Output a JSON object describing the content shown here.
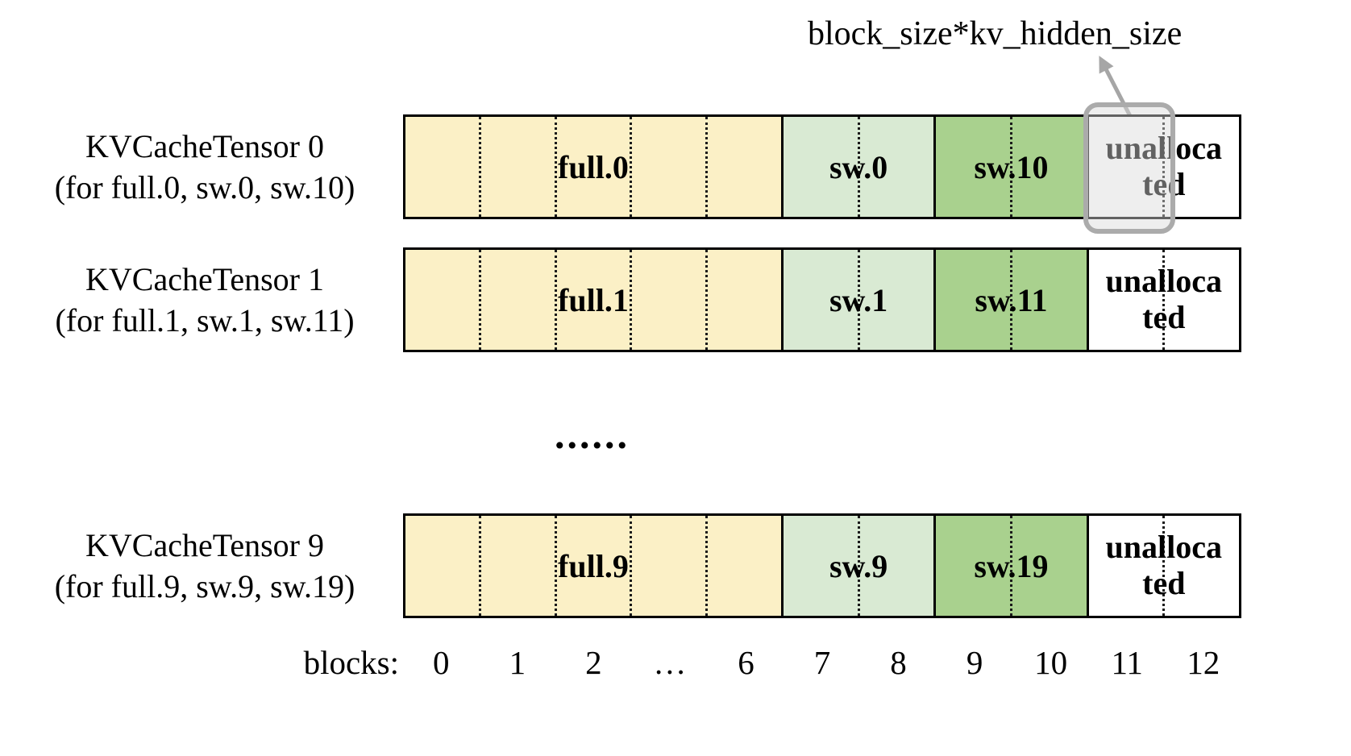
{
  "annotation": {
    "label": "block_size*kv_hidden_size",
    "arrow_color": "#A6A6A6"
  },
  "rows": [
    {
      "title": "KVCacheTensor 0",
      "subtitle": "(for full.0, sw.0, sw.10)",
      "segments": {
        "full": "full.0",
        "sw_a": "sw.0",
        "sw_b": "sw.10",
        "unallocated": "unallocated"
      }
    },
    {
      "title": "KVCacheTensor 1",
      "subtitle": "(for full.1, sw.1, sw.11)",
      "segments": {
        "full": "full.1",
        "sw_a": "sw.1",
        "sw_b": "sw.11",
        "unallocated": "unallocated"
      }
    },
    {
      "title": "KVCacheTensor 9",
      "subtitle": "(for full.9, sw.9, sw.19)",
      "segments": {
        "full": "full.9",
        "sw_a": "sw.9",
        "sw_b": "sw.19",
        "unallocated": "unallocated"
      }
    }
  ],
  "ellipsis": "......",
  "axis": {
    "label": "blocks:",
    "ticks": [
      "0",
      "1",
      "2",
      "…",
      "6",
      "7",
      "8",
      "9",
      "10",
      "11",
      "12"
    ]
  },
  "colors": {
    "full": "#FBF0C6",
    "sw_a": "#D9EAD3",
    "sw_b": "#A9D18E",
    "unallocated": "#FFFFFF",
    "segment_border": "#000000",
    "highlight_border": "#ABABAB",
    "highlight_fill": "#D9D9D9"
  }
}
